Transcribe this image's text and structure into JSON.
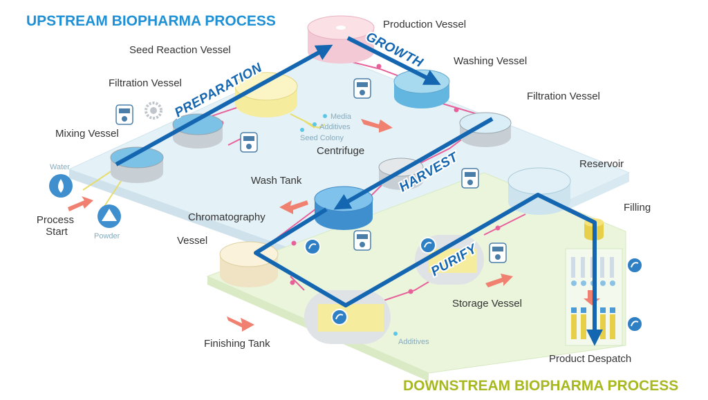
{
  "titles": {
    "upstream": "UPSTREAM BIOPHARMA PROCESS",
    "downstream": "DOWNSTREAM BIOPHARMA PROCESS"
  },
  "stages": {
    "preparation": "PREPARATION",
    "growth": "GROWTH",
    "harvest": "HARVEST",
    "purify": "PURIFY"
  },
  "vessels": {
    "production": "Production Vessel",
    "seed_reaction": "Seed Reaction Vessel",
    "washing": "Washing Vessel",
    "filtration_upper": "Filtration Vessel",
    "filtration_right": "Filtration Vessel",
    "mixing": "Mixing Vessel",
    "centrifuge": "Centrifuge",
    "reservoir": "Reservoir",
    "wash_tank": "Wash Tank",
    "filling": "Filling",
    "chromatography": "Chromatography",
    "vessel": "Vessel",
    "storage": "Storage Vessel",
    "finishing": "Finishing Tank",
    "product_despatch": "Product Despatch"
  },
  "process_start": [
    "Process",
    "Start"
  ],
  "inputs": {
    "water": "Water",
    "powder": "Powder",
    "media": "Media",
    "additives_top": "Additives",
    "seed_colony": "Seed Colony",
    "additives_bottom": "Additives"
  },
  "colors": {
    "upstream_title": "#1e90d6",
    "downstream_title": "#a8b81f",
    "flow_arrow": "#1566b0",
    "upstream_floor": "#e4f1f7",
    "downstream_floor": "#eaf5dc",
    "direction_arrow": "#f08070",
    "pipe": "#e7609a",
    "feed_pipe": "#e8dc6a"
  }
}
